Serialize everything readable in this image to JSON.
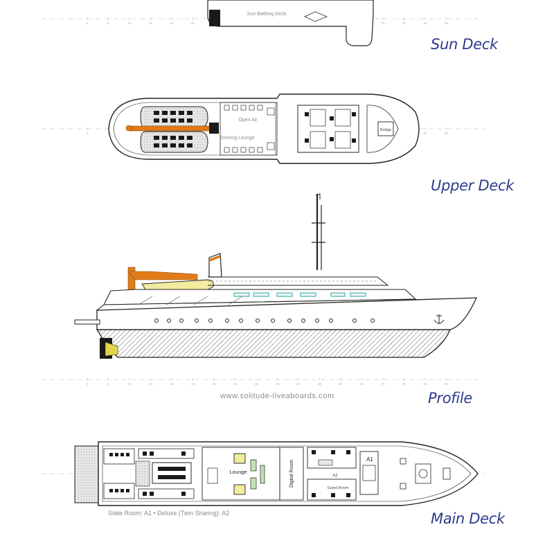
{
  "colors": {
    "title": "#2d3a8c",
    "line": "#222222",
    "accent": "#e07b1a",
    "hull_hatch": "#7a7a7a",
    "fixture": "#1a1a1a",
    "soft_text": "#8a8a8a",
    "window": "#2aa6a0"
  },
  "decks": {
    "sun": {
      "title": "Sun Deck",
      "label_sunbathing": "Sun-Bathing Deck"
    },
    "upper": {
      "title": "Upper Deck",
      "label_open_air": "Open Air",
      "label_dining": "Dinning Lounge",
      "label_bridge": "Bridge"
    },
    "profile": {
      "title": "Profile"
    },
    "main": {
      "title": "Main Deck",
      "label_lounge": "Lounge",
      "label_digital": "Digital Room",
      "label_a1": "A1",
      "label_a2": "A2",
      "label_guest": "Guest Room",
      "legend": "State Room: A1 • Deluxe (Twin Sharing): A2"
    }
  },
  "website": "www.solitude-liveaboards.com",
  "scale_ticks": [
    "0",
    "5",
    "10",
    "15",
    "20",
    "25",
    "30",
    "35",
    "40",
    "45",
    "50",
    "55",
    "60",
    "65",
    "70",
    "75",
    "80",
    "85"
  ]
}
